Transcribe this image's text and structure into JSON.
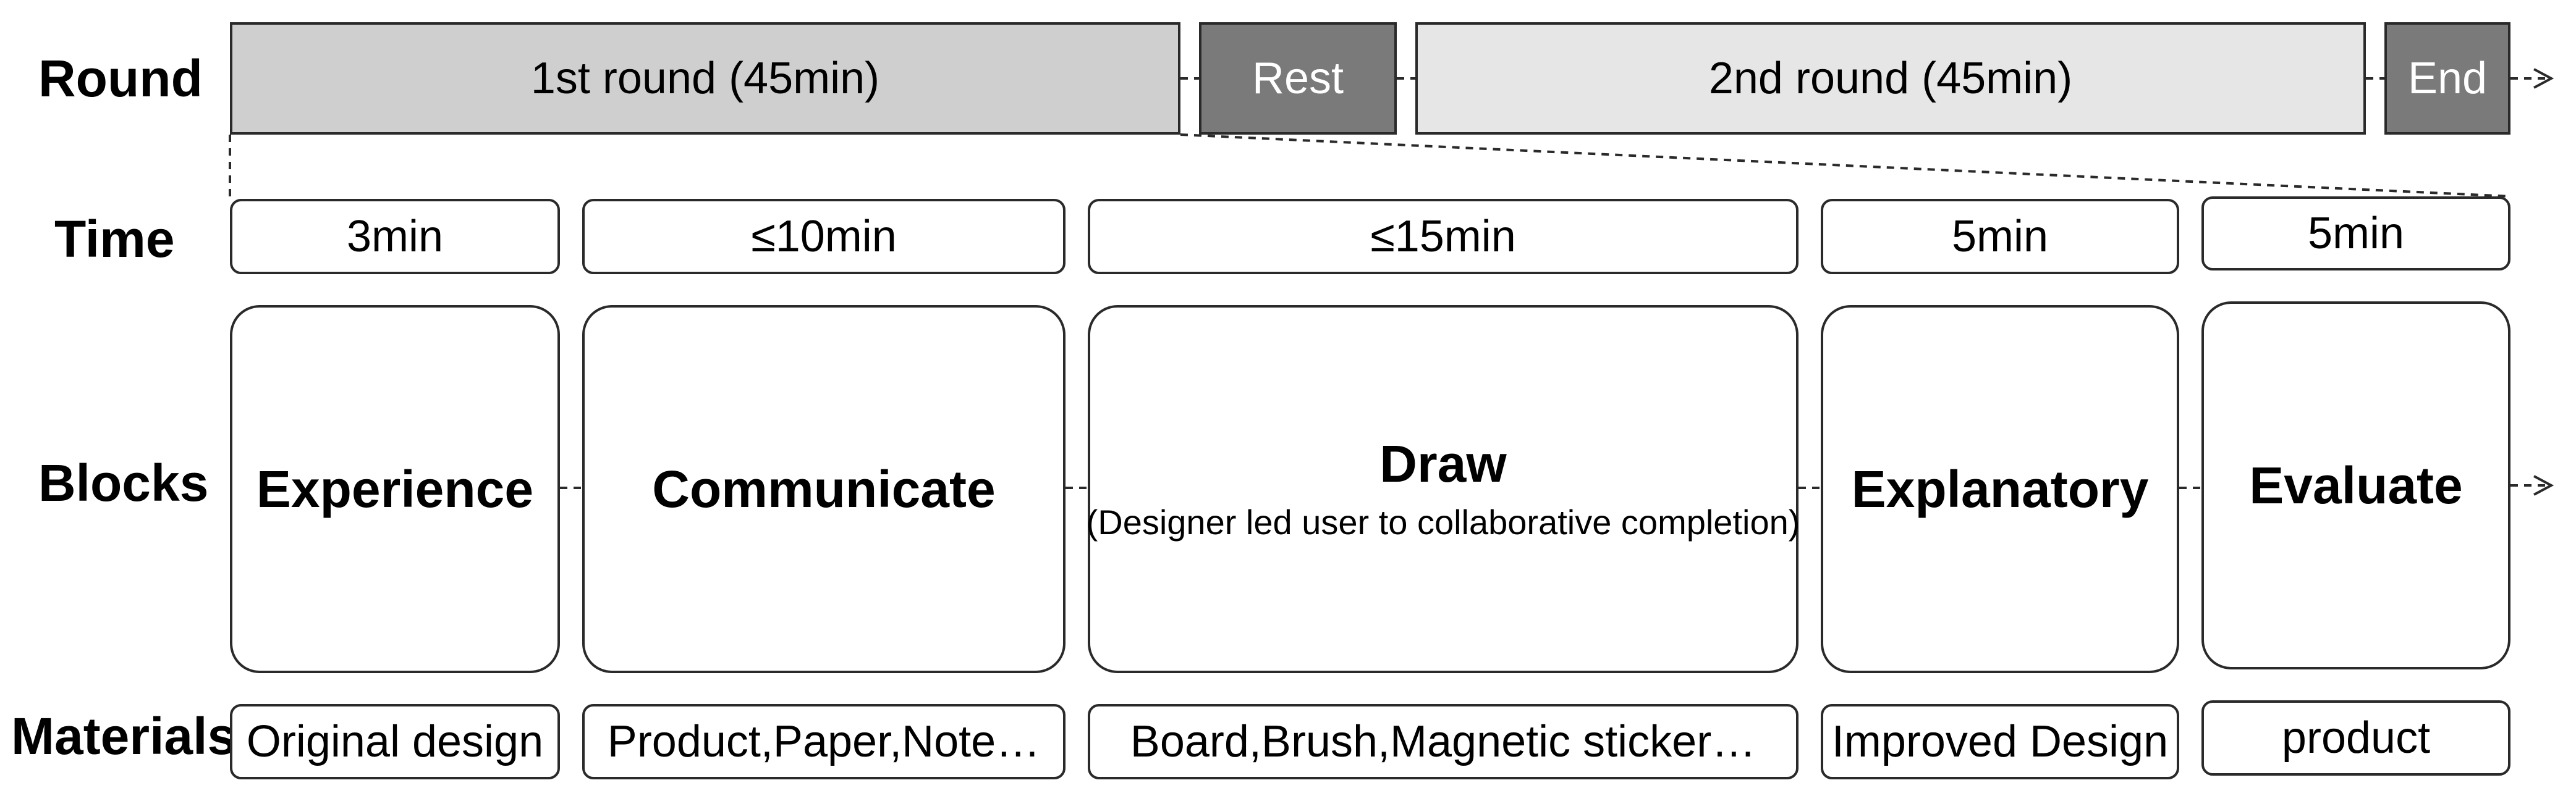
{
  "row_labels": {
    "round": "Round",
    "time": "Time",
    "blocks": "Blocks",
    "materials": "Materials"
  },
  "round": {
    "first": "1st round (45min)",
    "rest": "Rest",
    "second": "2nd round (45min)",
    "end": "End"
  },
  "times": [
    "3min",
    "≤10min",
    "≤15min",
    "5min",
    "5min"
  ],
  "blocks": [
    {
      "title": "Experience",
      "subtitle": ""
    },
    {
      "title": "Communicate",
      "subtitle": ""
    },
    {
      "title": "Draw",
      "subtitle": "(Designer led user to collaborative completion)"
    },
    {
      "title": "Explanatory",
      "subtitle": ""
    },
    {
      "title": "Evaluate",
      "subtitle": ""
    }
  ],
  "materials": [
    "Original design",
    "Product,Paper,Note…",
    "Board,Brush,Magnetic sticker…",
    "Improved Design",
    "product"
  ],
  "colors": {
    "first_round": "#d0cfd0",
    "second_round": "#e6e6e6",
    "rest_end": "#7a7a7a",
    "border": "#2a2a2a"
  }
}
